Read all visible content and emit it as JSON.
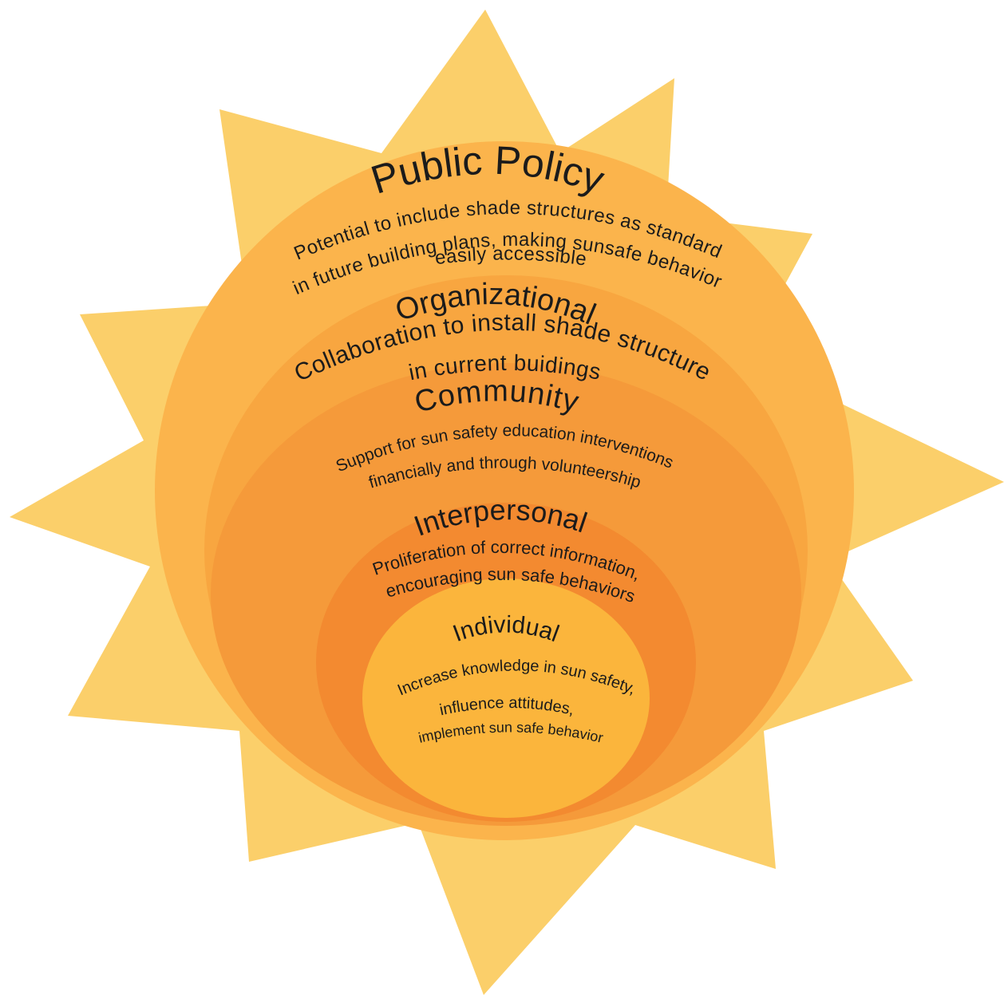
{
  "colors": {
    "rays": "#fbcf6a",
    "public_policy": "#fbb44c",
    "organizational": "#f8a640",
    "community": "#f59a3a",
    "interpersonal": "#f38a30",
    "individual": "#fbb53c",
    "text": "#1b1b1b"
  },
  "levels": {
    "public_policy": {
      "title": "Public Policy",
      "lines": [
        "Potential to include shade structures as standard",
        "in future building plans, making sunsafe behavior",
        "easily accessible"
      ]
    },
    "organizational": {
      "title": "Organizational",
      "lines": [
        "Collaboration to install shade structure",
        "in current buidings"
      ]
    },
    "community": {
      "title": "Community",
      "lines": [
        "Support for sun safety education interventions",
        "financially and through volunteership"
      ]
    },
    "interpersonal": {
      "title": "Interpersonal",
      "lines": [
        "Proliferation of correct information,",
        "encouraging sun safe behaviors"
      ]
    },
    "individual": {
      "title": "Individual",
      "lines": [
        "Increase knowledge in sun safety,",
        "influence attitudes,",
        "implement sun safe behavior"
      ]
    }
  }
}
